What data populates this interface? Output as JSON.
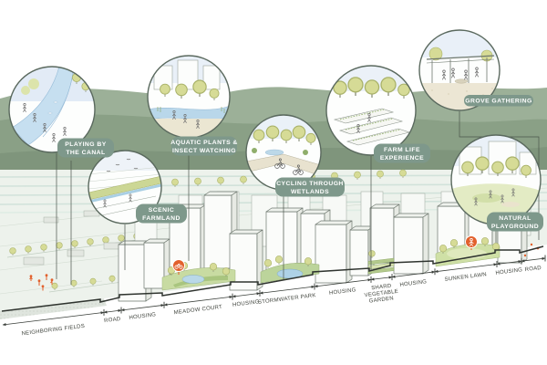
{
  "diagram": {
    "callouts": [
      {
        "name": "playing-by-the-canal",
        "lines": [
          "PLAYING BY",
          "THE CANAL"
        ]
      },
      {
        "name": "scenic-farmland",
        "lines": [
          "SCENIC",
          "FARMLAND"
        ]
      },
      {
        "name": "aquatic-plants-insect-watching",
        "lines": [
          "AQUATIC PLANTS &",
          "INSECT WATCHING"
        ]
      },
      {
        "name": "cycling-through-wetlands",
        "lines": [
          "CYCLING THROUGH",
          "WETLANDS"
        ]
      },
      {
        "name": "farm-life-experience",
        "lines": [
          "FARM LIFE",
          "EXPERIENCE"
        ]
      },
      {
        "name": "grove-gathering",
        "lines": [
          "GROVE GATHERING"
        ]
      },
      {
        "name": "natural-playground",
        "lines": [
          "NATURAL",
          "PLAYGROUND"
        ]
      }
    ],
    "section_segments": [
      {
        "lines": [
          "NEIGHBORING FIELDS"
        ]
      },
      {
        "lines": [
          "ROAD"
        ]
      },
      {
        "lines": [
          "HOUSING"
        ]
      },
      {
        "lines": [
          "MEADOW COURT"
        ]
      },
      {
        "lines": [
          "HOUSING"
        ]
      },
      {
        "lines": [
          "STORMWATER PARK"
        ]
      },
      {
        "lines": [
          "HOUSING"
        ]
      },
      {
        "lines": [
          "SHARD",
          "VEGETABLE",
          "GARDEN"
        ]
      },
      {
        "lines": [
          "HOUSING"
        ]
      },
      {
        "lines": [
          "SUNKEN LAWN"
        ]
      },
      {
        "lines": [
          "HOUSING"
        ]
      },
      {
        "lines": [
          "ROAD"
        ]
      }
    ],
    "colors": {
      "label_pill": "#7E988B",
      "marker_orange": "#E2602C",
      "tree_green": "#D6DB96",
      "mountain_green": "#93A78F",
      "water_blue": "#BDD8E9"
    }
  }
}
